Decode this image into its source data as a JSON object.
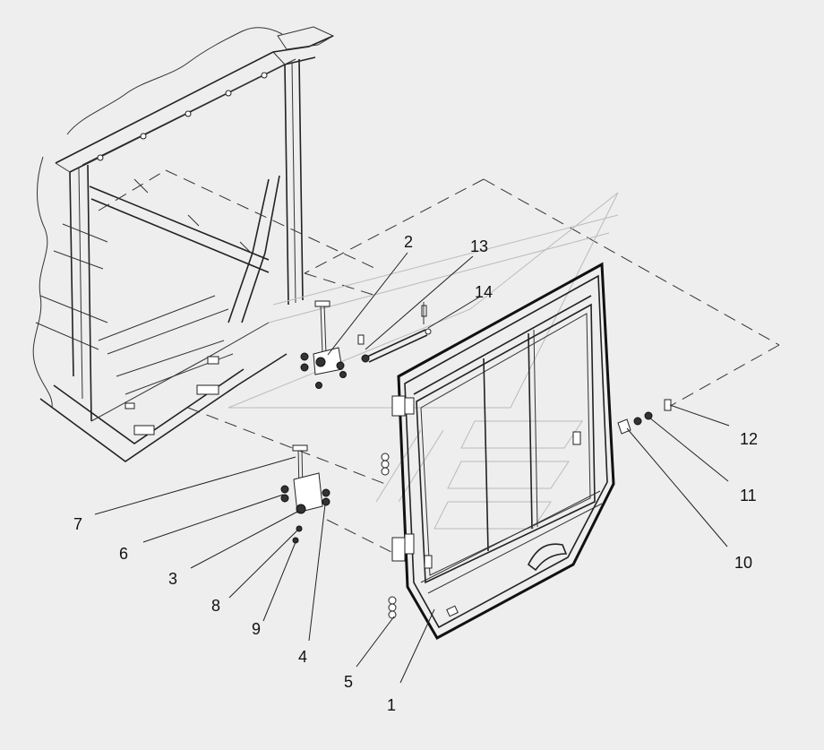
{
  "callouts": [
    {
      "id": "c1",
      "label": "1"
    },
    {
      "id": "c2",
      "label": "2"
    },
    {
      "id": "c3",
      "label": "3"
    },
    {
      "id": "c4",
      "label": "4"
    },
    {
      "id": "c5",
      "label": "5"
    },
    {
      "id": "c6",
      "label": "6"
    },
    {
      "id": "c7",
      "label": "7"
    },
    {
      "id": "c8",
      "label": "8"
    },
    {
      "id": "c9",
      "label": "9"
    },
    {
      "id": "c10",
      "label": "10"
    },
    {
      "id": "c11",
      "label": "11"
    },
    {
      "id": "c12",
      "label": "12"
    },
    {
      "id": "c13",
      "label": "13"
    },
    {
      "id": "c14",
      "label": "14"
    }
  ],
  "colors": {
    "background": "#eeeeee",
    "line": "#222222",
    "ghost_line": "#bbbbbb",
    "part_fill": "#ffffff"
  }
}
